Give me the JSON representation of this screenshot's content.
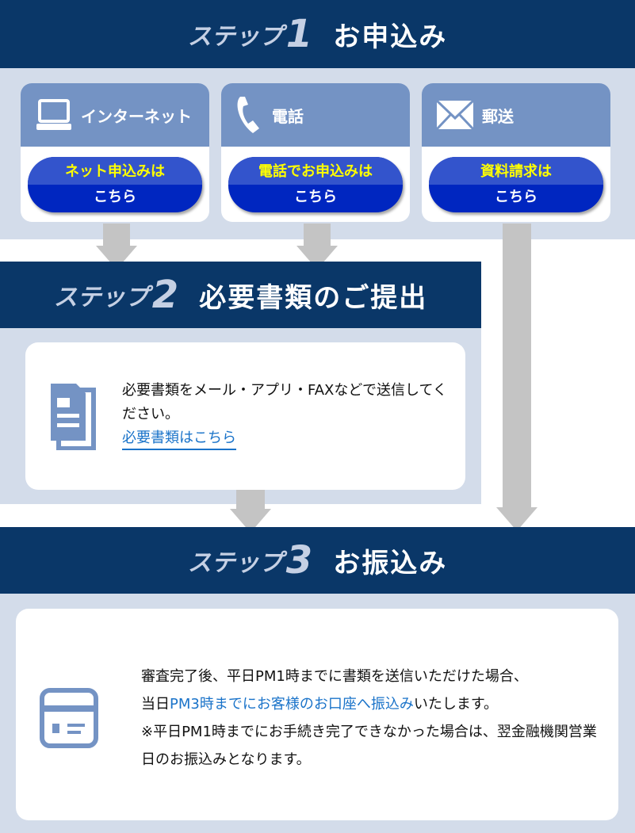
{
  "step1": {
    "label": "ステップ",
    "num": "1",
    "title": "お申込み"
  },
  "cards": [
    {
      "title": "インターネット",
      "icon": "laptop-icon",
      "btn_top": "ネット申込みは",
      "btn_bottom": "こちら"
    },
    {
      "title": "電話",
      "icon": "phone-icon",
      "btn_top": "電話でお申込みは",
      "btn_bottom": "こちら"
    },
    {
      "title": "郵送",
      "icon": "mail-icon",
      "btn_top": "資料請求は",
      "btn_bottom": "こちら"
    }
  ],
  "step2": {
    "label": "ステップ",
    "num": "2",
    "title": "必要書類のご提出",
    "text": "必要書類をメール・アプリ・FAXなどで送信してください。",
    "link": "必要書類はこちら"
  },
  "step3": {
    "label": "ステップ",
    "num": "3",
    "title": "お振込み",
    "line1": "審査完了後、平日PM1時までに書類を送信いただけた場合、",
    "line2a": "当日",
    "line2b": "PM3時までにお客様のお口座へ振込み",
    "line2c": "いたします。",
    "line3": "※平日PM1時までにお手続き完了できなかった場合は、翌金融機関営業日のお振込みとなります。"
  },
  "colors": {
    "navy": "#0a3768",
    "light": "#d3dcea",
    "cardTop": "#7493c4",
    "button": "#0026c0",
    "accent": "#1a73c9"
  }
}
